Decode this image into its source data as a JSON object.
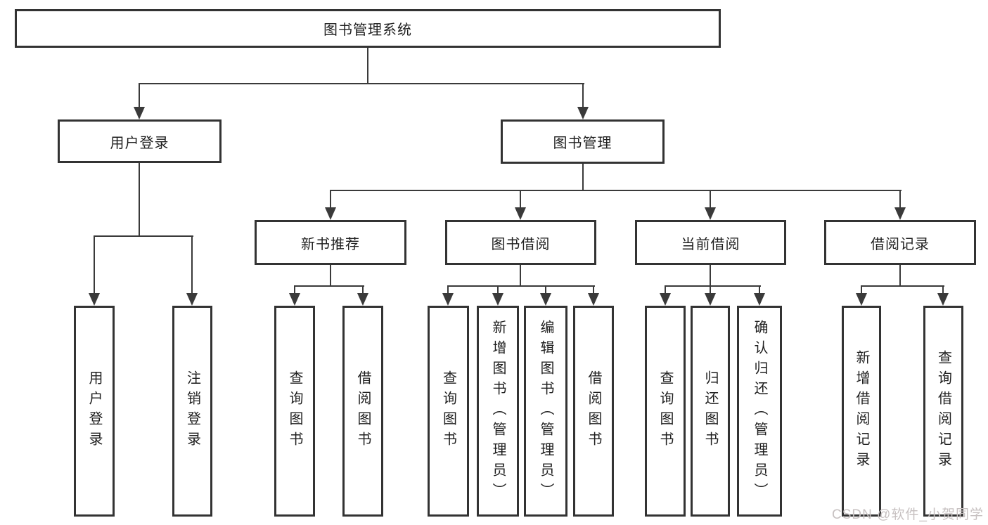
{
  "diagram": {
    "title": "图书管理系统",
    "root": {
      "label": "图书管理系统"
    },
    "branches": [
      {
        "label": "用户登录",
        "children": [
          {
            "label": "用户登录"
          },
          {
            "label": "注销登录"
          }
        ]
      },
      {
        "label": "图书管理",
        "children": [
          {
            "label": "新书推荐",
            "children": [
              {
                "label": "查询图书"
              },
              {
                "label": "借阅图书"
              }
            ]
          },
          {
            "label": "图书借阅",
            "children": [
              {
                "label": "查询图书"
              },
              {
                "label": "新增图书（管理员）"
              },
              {
                "label": "编辑图书（管理员）"
              },
              {
                "label": "借阅图书"
              }
            ]
          },
          {
            "label": "当前借阅",
            "children": [
              {
                "label": "查询图书"
              },
              {
                "label": "归还图书"
              },
              {
                "label": "确认归还（管理员）"
              }
            ]
          },
          {
            "label": "借阅记录",
            "children": [
              {
                "label": "新增借阅记录"
              },
              {
                "label": "查询借阅记录"
              }
            ]
          }
        ]
      }
    ]
  },
  "watermark": {
    "text": "CSDN @软件_小贺同学"
  },
  "colors": {
    "line": "#3a3a3a",
    "box_border": "#333333",
    "text": "#1f1f1f",
    "watermark": "#c7c1c1",
    "background": "#ffffff"
  }
}
